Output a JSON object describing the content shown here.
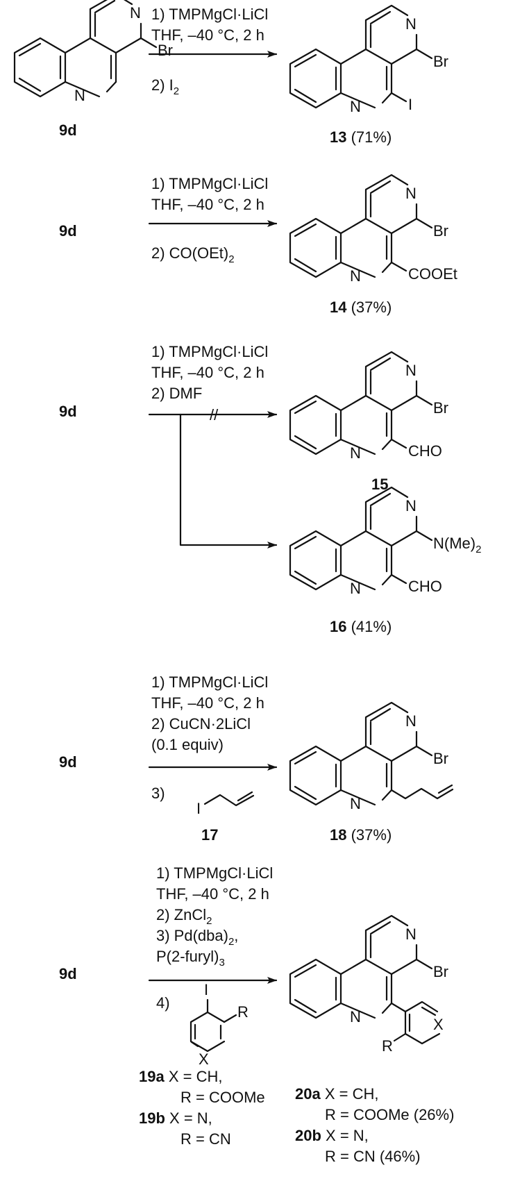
{
  "colors": {
    "ink": "#111111",
    "background": "#ffffff"
  },
  "atoms": {
    "n": "N",
    "br": "Br",
    "i": "I"
  },
  "r1": {
    "start": "9d",
    "cond1a": "1) TMPMgCl·LiCl",
    "cond1b": "THF, –40 °C, 2 h",
    "cond2": "2) I",
    "cond2_sub": "2",
    "product": "13",
    "yield": " (71%)"
  },
  "r2": {
    "start": "9d",
    "cond1a": "1) TMPMgCl·LiCl",
    "cond1b": "THF, –40 °C, 2 h",
    "cond2": "2) CO(OEt)",
    "cond2_sub": "2",
    "substituent": "COOEt",
    "product": "14",
    "yield": " (37%)"
  },
  "r3": {
    "start": "9d",
    "cond1a": "1) TMPMgCl·LiCl",
    "cond1b": "THF, –40 °C, 2 h",
    "cond2": "2) DMF",
    "blocked": "//",
    "substituent": "CHO",
    "product": "15",
    "product2_amine": "N(Me)",
    "product2_amine_sub": "2",
    "product2_substituent": "CHO",
    "product2": "16",
    "product2_yield": " (41%)"
  },
  "r4": {
    "start": "9d",
    "cond1a": "1) TMPMgCl·LiCl",
    "cond1b": "THF, –40 °C, 2 h",
    "cond2": "2) CuCN·2LiCl",
    "cond2b": "(0.1 equiv)",
    "cond3": "3)",
    "reagent": "17",
    "product": "18",
    "yield": " (37%)"
  },
  "r5": {
    "start": "9d",
    "cond1a": "1) TMPMgCl·LiCl",
    "cond1b": "THF, –40 °C, 2 h",
    "cond2": "2) ZnCl",
    "cond2_sub": "2",
    "cond3": "3) Pd(dba)",
    "cond3_sub": "2",
    "cond3_end": ",",
    "cond3b": "P(2-furyl)",
    "cond3b_sub": "3",
    "cond4": "4)",
    "reagent_r": "R",
    "reagent_x": "X",
    "reagent_a": "19a",
    "reagent_a_x": " X = CH,",
    "reagent_a_r": "R = COOMe",
    "reagent_b": "19b",
    "reagent_b_x": " X = N,",
    "reagent_b_r": "R = CN",
    "product_r": "R",
    "product_x": "X",
    "product_a": "20a",
    "product_a_x": " X = CH,",
    "product_a_r": "R = COOMe (26%)",
    "product_b": "20b",
    "product_b_x": " X = N,",
    "product_b_r": "R = CN (46%)"
  }
}
